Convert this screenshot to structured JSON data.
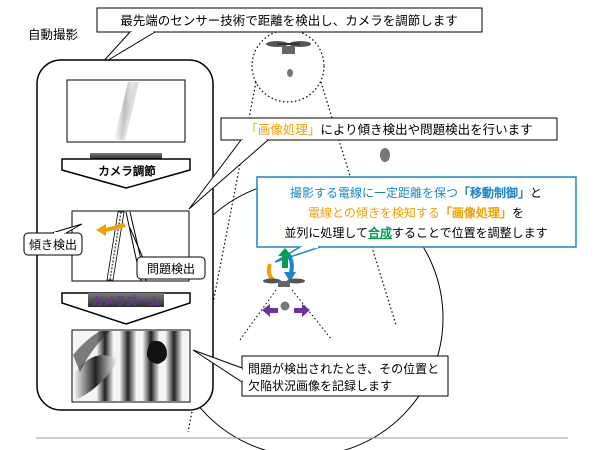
{
  "top_callout": "最先端のセンサー技術で距離を検出し、カメラを調節します",
  "device_title": "自動撮影",
  "image_processing_callout": {
    "quote": "「画像処理」",
    "rest": "により傾き検出や問題検出を行います"
  },
  "camera_adjust_label": "カメラ調節",
  "tilt_detect_label": "傾き検出",
  "problem_detect_label": "問題検出",
  "camera_zoom_label": "カメラズーム",
  "info_box": {
    "line1_a": "撮影する電線に一定距離を保つ",
    "line1_b": "「移動制御」",
    "line1_c": "と",
    "line2_a": "電線との傾きを検知する",
    "line2_b": "「画像処理」",
    "line2_c": "を",
    "line3_a": "並列に処理して",
    "line3_b": "合成",
    "line3_c": "することで位置を調整します"
  },
  "record_callout": {
    "line1": "問題が検出されたとき、その位置と",
    "line2": "欠陥状況画像を記録します"
  },
  "colors": {
    "blue": "#1a86c8",
    "orange": "#f0a000",
    "purple": "#7030a0",
    "green": "#00a050",
    "bar": "#4a4a4a"
  }
}
